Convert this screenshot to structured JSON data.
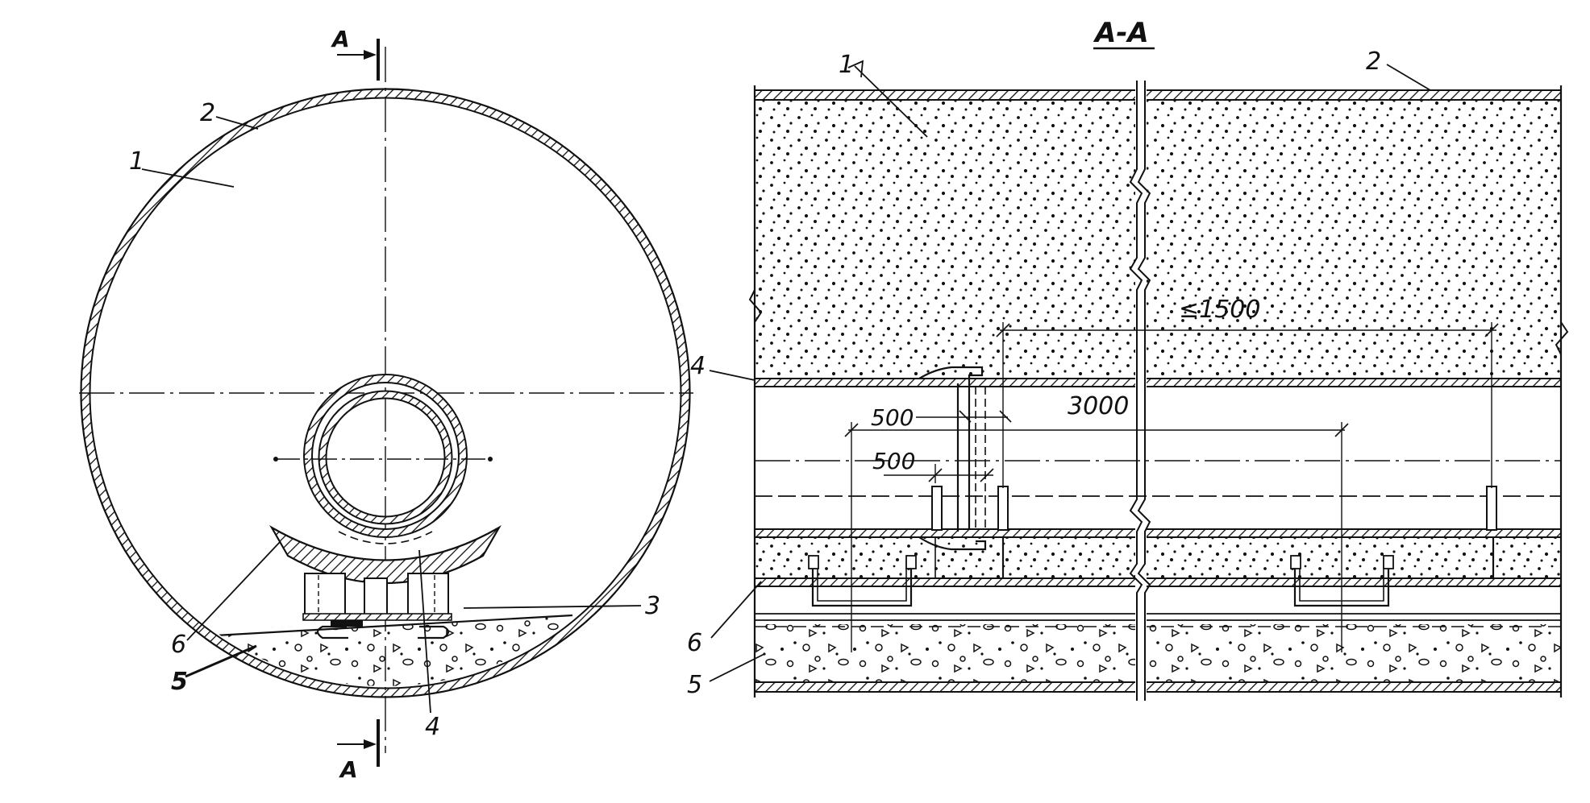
{
  "section_title": "A-A",
  "section_marks": {
    "top": "A",
    "bottom": "A"
  },
  "callouts": {
    "c1": "1",
    "c2": "2",
    "c3": "3",
    "c4": "4",
    "c5": "5",
    "c6": "6"
  },
  "dimensions": {
    "spacing_max": "≤1500",
    "length": "3000",
    "offset_top": "500",
    "offset_bottom": "500"
  },
  "colors": {
    "ink": "#111111",
    "paper": "#ffffff"
  }
}
